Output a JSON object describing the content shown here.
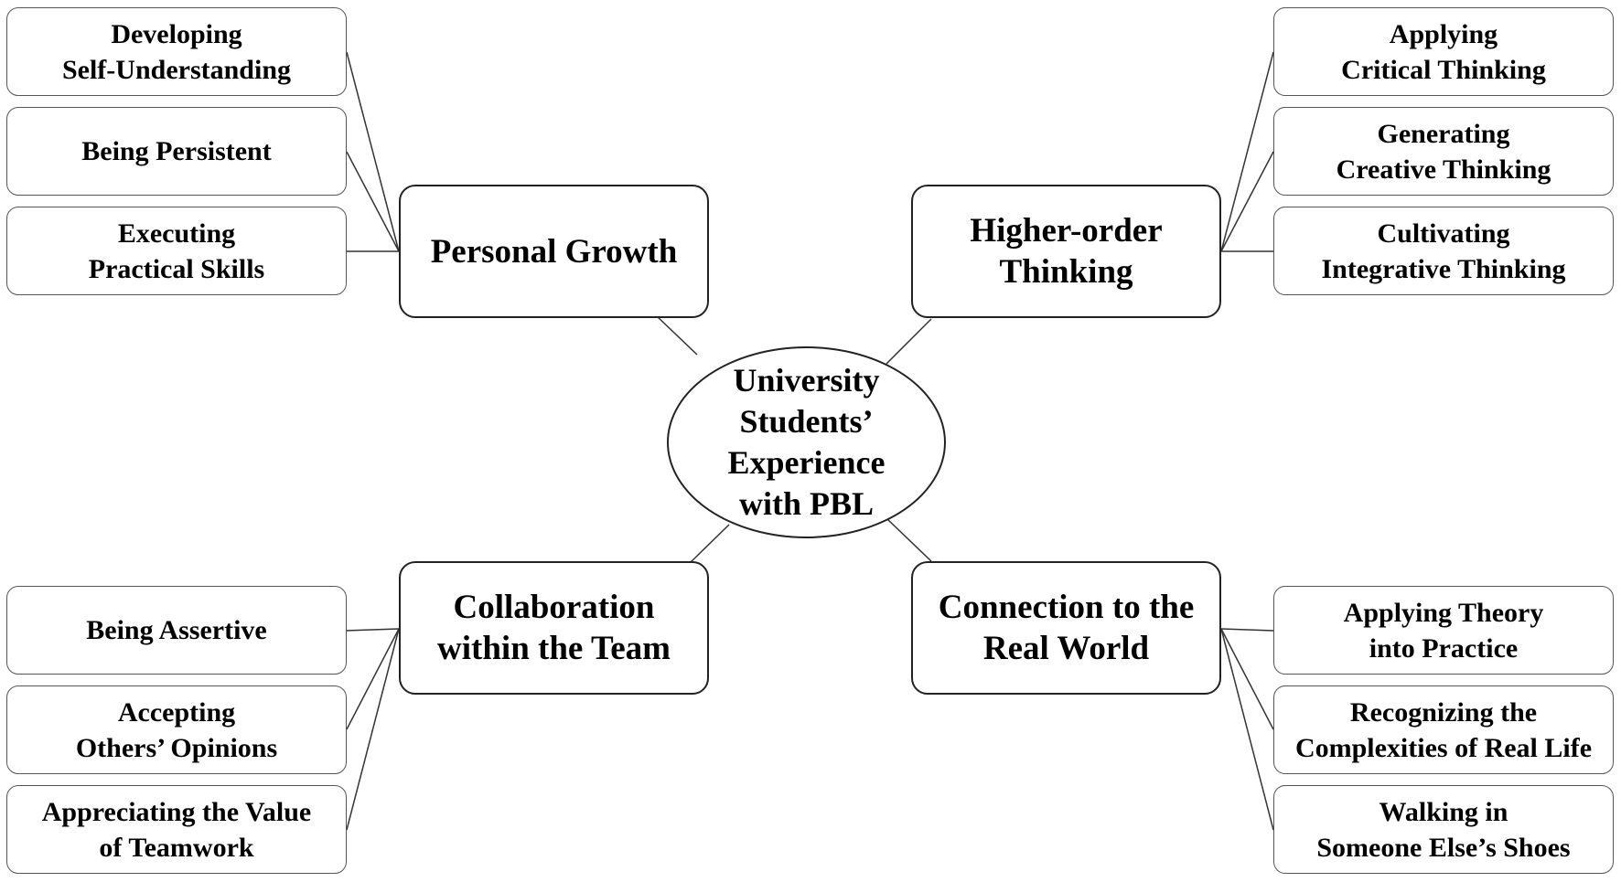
{
  "center": {
    "line1": "University",
    "line2": "Students’",
    "line3": "Experience",
    "line4": "with PBL"
  },
  "themes": {
    "personal_growth": {
      "title_l1": "Personal Growth",
      "items": [
        {
          "l1": "Developing",
          "l2": "Self-Understanding"
        },
        {
          "l1": "Being Persistent"
        },
        {
          "l1": "Executing",
          "l2": "Practical Skills"
        }
      ]
    },
    "higher_order_thinking": {
      "title_l1": "Higher-order",
      "title_l2": "Thinking",
      "items": [
        {
          "l1": "Applying",
          "l2": "Critical Thinking"
        },
        {
          "l1": "Generating",
          "l2": "Creative Thinking"
        },
        {
          "l1": "Cultivating",
          "l2": "Integrative Thinking"
        }
      ]
    },
    "collaboration": {
      "title_l1": "Collaboration",
      "title_l2": "within the Team",
      "items": [
        {
          "l1": "Being Assertive"
        },
        {
          "l1": "Accepting",
          "l2": "Others’ Opinions"
        },
        {
          "l1": "Appreciating the Value",
          "l2": "of Teamwork"
        }
      ]
    },
    "real_world": {
      "title_l1": "Connection to the",
      "title_l2": "Real World",
      "items": [
        {
          "l1": "Applying Theory",
          "l2": "into Practice"
        },
        {
          "l1": "Recognizing the",
          "l2": "Complexities of Real Life"
        },
        {
          "l1": "Walking in",
          "l2": "Someone Else’s Shoes"
        }
      ]
    }
  }
}
